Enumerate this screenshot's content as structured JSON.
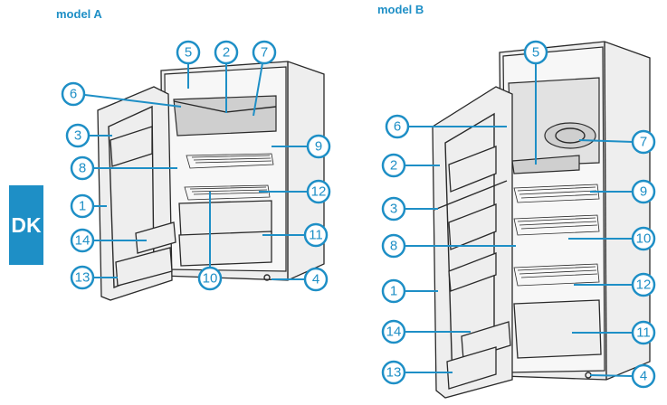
{
  "titles": {
    "model_a": "model A",
    "model_b": "model B"
  },
  "language_tab": "DK",
  "colors": {
    "accent": "#1e8fc6",
    "drawing": "#2a2a2a"
  },
  "model_a_callouts": [
    "5",
    "2",
    "7",
    "6",
    "3",
    "9",
    "8",
    "12",
    "1",
    "11",
    "14",
    "10",
    "13",
    "4"
  ],
  "model_b_callouts": [
    "5",
    "6",
    "7",
    "2",
    "9",
    "3",
    "10",
    "8",
    "12",
    "1",
    "11",
    "14",
    "13",
    "4"
  ]
}
